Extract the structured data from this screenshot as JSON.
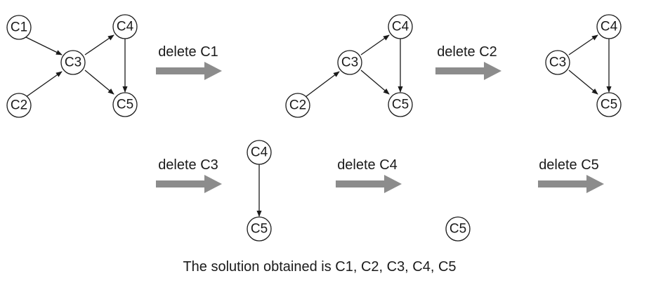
{
  "node_labels": {
    "c1": "C1",
    "c2": "C2",
    "c3": "C3",
    "c4": "C4",
    "c5": "C5"
  },
  "steps": [
    {
      "label": "delete C1"
    },
    {
      "label": "delete C2"
    },
    {
      "label": "delete C3"
    },
    {
      "label": "delete C4"
    },
    {
      "label": "delete C5"
    }
  ],
  "caption": "The solution obtained is C1, C2, C3, C4, C5",
  "colors": {
    "stroke": "#1a1a1a",
    "step_arrow": "#8c8c8c"
  }
}
